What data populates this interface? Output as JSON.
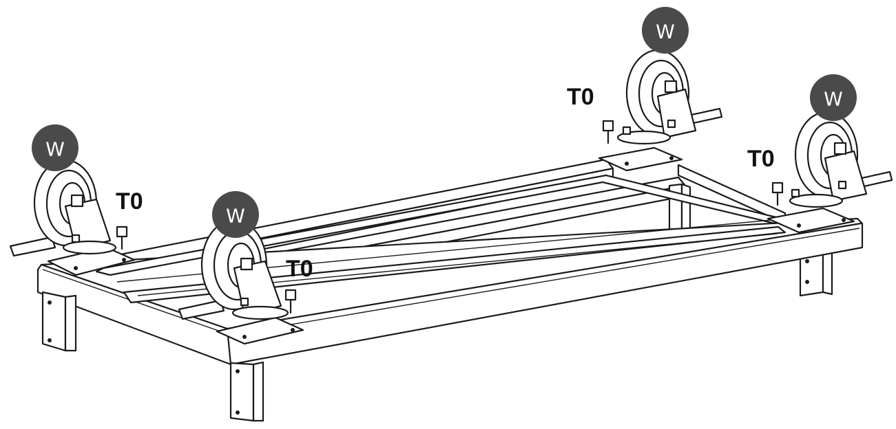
{
  "parts": {
    "caster_label": "W",
    "screw_label": "T0"
  },
  "casters": [
    {
      "id": "front-left",
      "badge": "W",
      "screw": "T0"
    },
    {
      "id": "front-middle",
      "badge": "W",
      "screw": "T0"
    },
    {
      "id": "back-middle",
      "badge": "W",
      "screw": "T0"
    },
    {
      "id": "back-right",
      "badge": "W",
      "screw": "T0"
    }
  ],
  "colors": {
    "badge_fill": "#4a4a4a",
    "line": "#1a1a1a",
    "background": "#ffffff"
  }
}
